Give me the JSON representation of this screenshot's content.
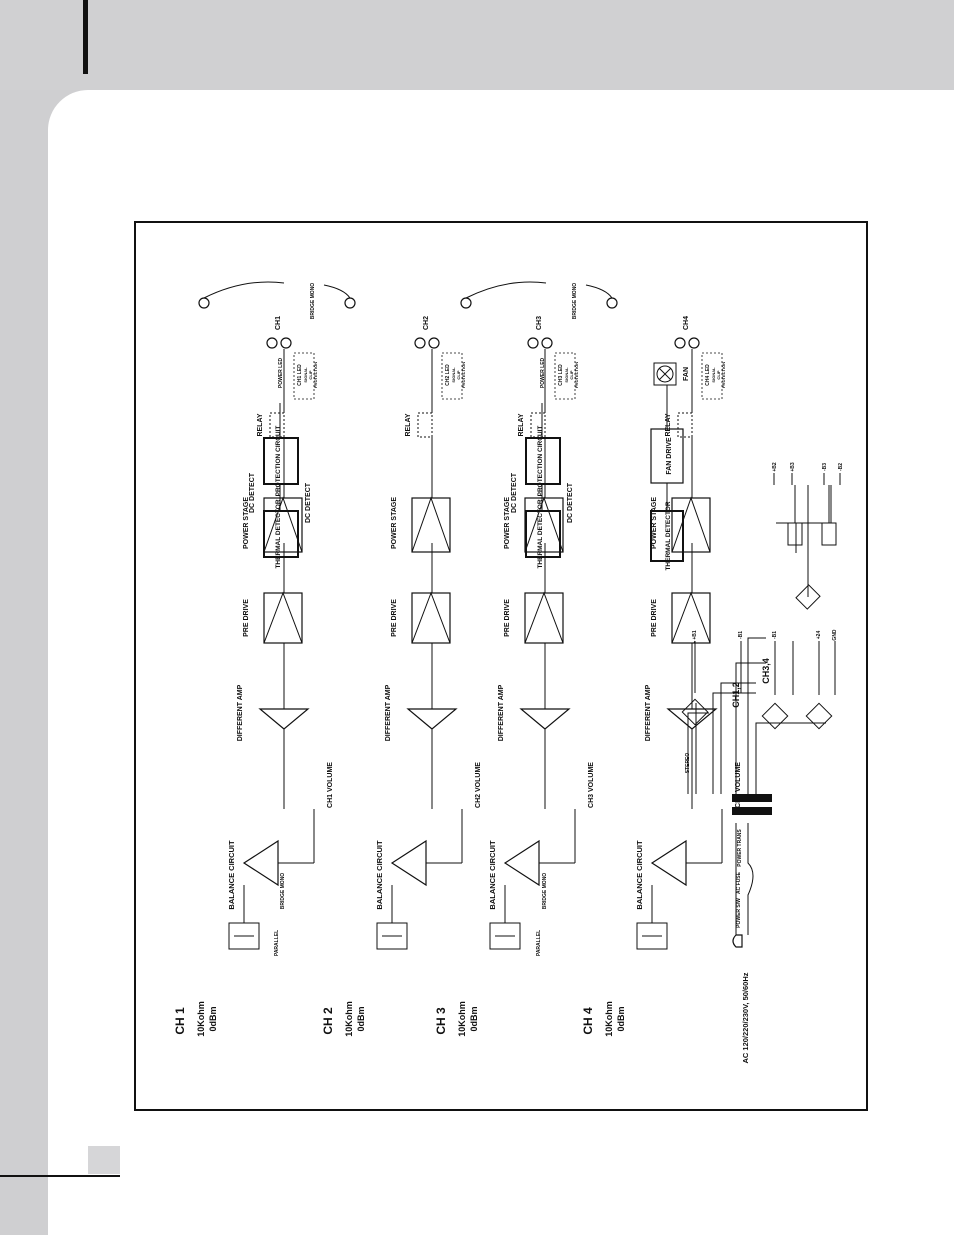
{
  "diagram": {
    "channels": [
      {
        "name": "CH 1",
        "imp": "10Kohm",
        "lvl": "0dBm",
        "balance": "BALANCE CIRCUIT",
        "volume": "CH1 VOLUME",
        "diff": "DIFFERENT AMP",
        "pre": "PRE DRIVE",
        "power": "POWER STAGE",
        "relay": "RELAY",
        "led": "CH1 LED",
        "out": "CH1"
      },
      {
        "name": "CH 2",
        "imp": "10Kohm",
        "lvl": "0dBm",
        "balance": "BALANCE CIRCUIT",
        "volume": "CH2 VOLUME",
        "diff": "DIFFERENT AMP",
        "pre": "PRE DRIVE",
        "power": "POWER STAGE",
        "relay": "RELAY",
        "led": "CH2 LED",
        "out": "CH2"
      },
      {
        "name": "CH 3",
        "imp": "10Kohm",
        "lvl": "0dBm",
        "balance": "BALANCE CIRCUIT",
        "volume": "CH3 VOLUME",
        "diff": "DIFFERENT AMP",
        "pre": "PRE DRIVE",
        "power": "POWER STAGE",
        "relay": "RELAY",
        "led": "CH3 LED",
        "out": "CH3"
      },
      {
        "name": "CH 4",
        "imp": "10Kohm",
        "lvl": "0dBm",
        "balance": "BALANCE CIRCUIT",
        "volume": "CH4 VOLUME",
        "diff": "DIFFERENT AMP",
        "pre": "PRE DRIVE",
        "power": "POWER STAGE",
        "relay": "RELAY",
        "led": "CH4 LED",
        "out": "CH4"
      }
    ],
    "pairs": [
      {
        "dc": "DC DETECT",
        "thermal": "THERMAL DETECTOR",
        "protection": "PROTECTION CIRCUIT",
        "bridge": "BRIDGE MONO",
        "parallel": "PARALLEL",
        "power_led": "POWER LED"
      },
      {
        "dc": "DC DETECT",
        "thermal": "THERMAL DETECTOR",
        "protection": "PROTECTION CIRCUIT",
        "bridge": "BRIDGE MONO",
        "parallel": "PARALLEL",
        "power_led": "POWER LED"
      }
    ],
    "led_labels": [
      "SIGNAL",
      "CLIP",
      "PROTECTION"
    ],
    "rails": {
      "b1p": "+B1",
      "b1m": "-B1",
      "b2p": "+B2",
      "b2m": "-B2",
      "b3p": "+B3",
      "b3m": "-B3"
    },
    "fan": {
      "drive": "FAN DRIVE",
      "thermal": "THERMAL DETECTOR",
      "fan": "FAN"
    },
    "psu": {
      "ac": "AC 120/220/230V, 50/60Hz",
      "power_sw": "POWER S/W",
      "ac_fuse": "AC FUSE",
      "trans": "POWER TRANS",
      "stereo": "STEREO",
      "ch12": "CH1,2",
      "ch34": "CH3,4",
      "p24": "+24",
      "gnd": "GND"
    }
  }
}
